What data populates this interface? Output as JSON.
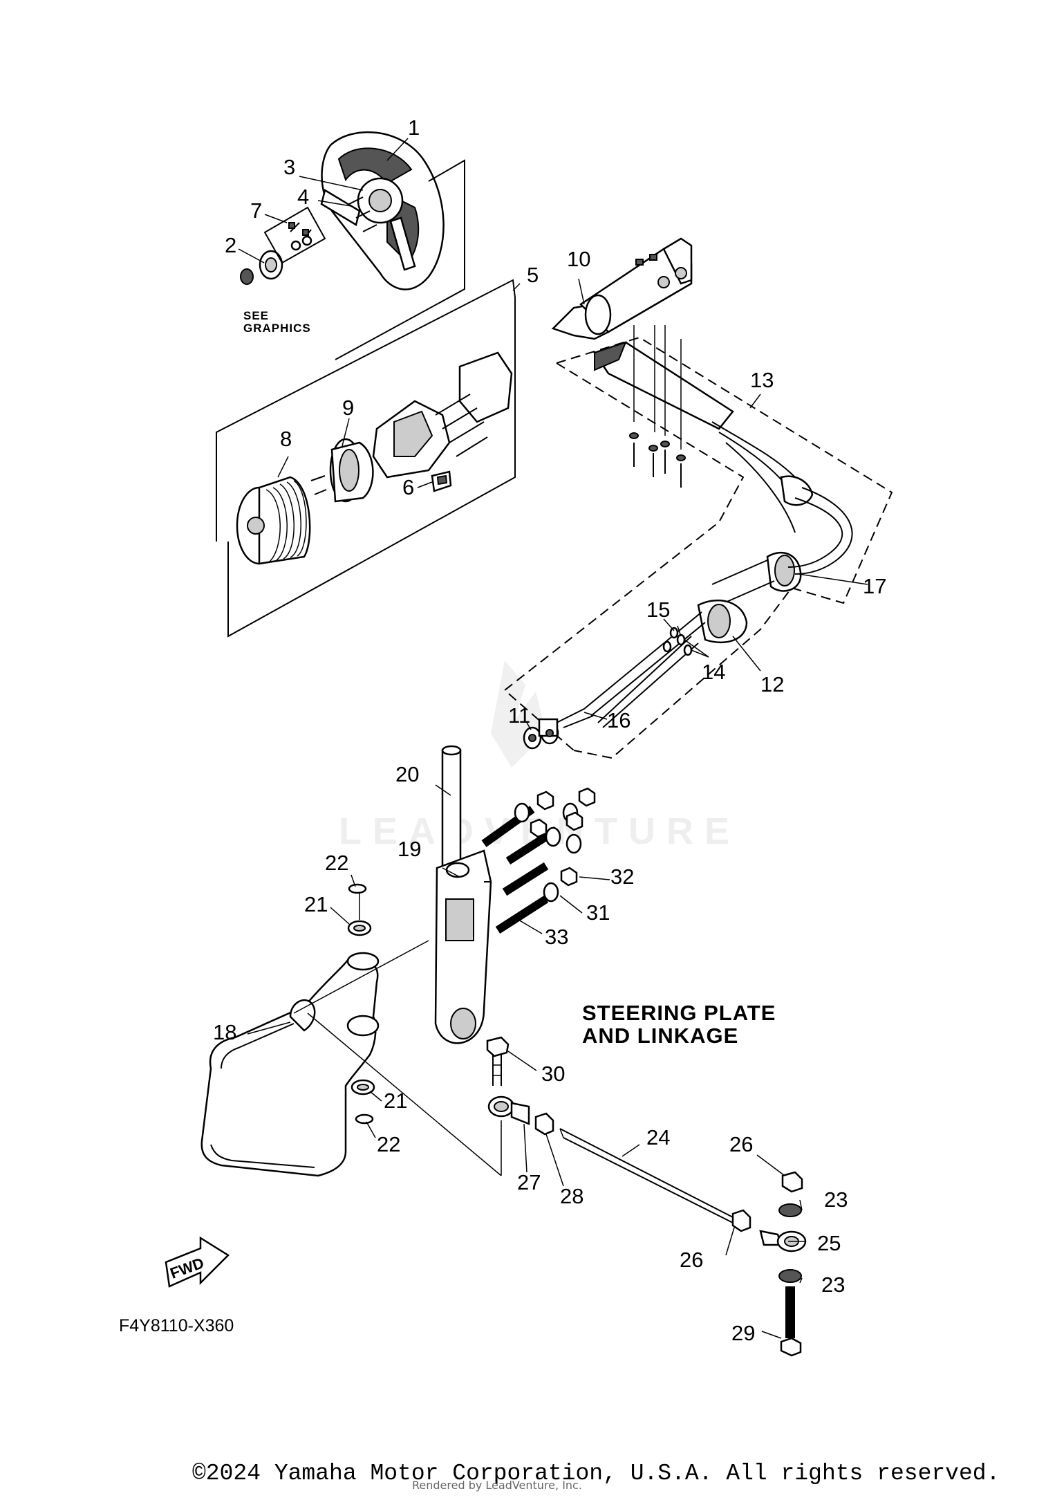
{
  "diagram": {
    "title_line1": "STEERING PLATE",
    "title_line2": "AND LINKAGE",
    "see_graphics_line1": "SEE",
    "see_graphics_line2": "GRAPHICS",
    "diagram_code": "F4Y8110-X360",
    "fwd_label": "FWD",
    "watermark": "LEADVENTURE",
    "copyright": "©2024 Yamaha Motor Corporation, U.S.A. All rights reserved.",
    "rendered_by": "Rendered by LeadVenture, Inc.",
    "callouts": {
      "c1": "1",
      "c2": "2",
      "c3": "3",
      "c4": "4",
      "c5": "5",
      "c6": "6",
      "c7": "7",
      "c8": "8",
      "c9": "9",
      "c10": "10",
      "c11": "11",
      "c12": "12",
      "c13": "13",
      "c14": "14",
      "c15": "15",
      "c16": "16",
      "c17": "17",
      "c18": "18",
      "c19": "19",
      "c20": "20",
      "c21a": "21",
      "c21b": "21",
      "c22a": "22",
      "c22b": "22",
      "c23a": "23",
      "c23b": "23",
      "c24": "24",
      "c25": "25",
      "c26a": "26",
      "c26b": "26",
      "c27": "27",
      "c28": "28",
      "c29": "29",
      "c30": "30",
      "c31": "31",
      "c32": "32",
      "c33": "33"
    }
  }
}
